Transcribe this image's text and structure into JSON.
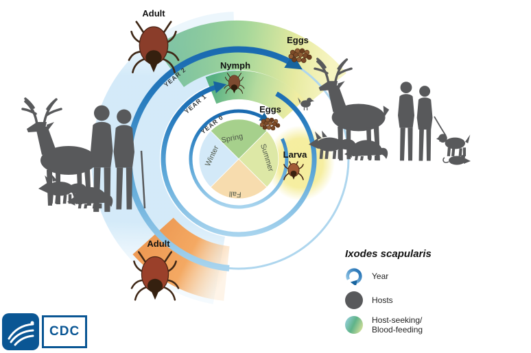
{
  "diagram": {
    "stages": {
      "adult_top": "Adult",
      "eggs_top": "Eggs",
      "nymph": "Nymph",
      "eggs_mid": "Eggs",
      "larva": "Larva",
      "adult_bottom": "Adult"
    },
    "seasons": {
      "spring": "Spring",
      "summer": "Summer",
      "fall": "Fall",
      "winter": "Winter"
    },
    "years": {
      "year0": "YEAR 0",
      "year1": "YEAR 1",
      "year2": "YEAR 2"
    }
  },
  "legend": {
    "title": "Ixodes scapularis",
    "year_label": "Year",
    "hosts_label": "Hosts",
    "host_seeking_line1": "Host-seeking/",
    "host_seeking_line2": "Blood-feeding"
  },
  "logo": {
    "cdc": "CDC"
  },
  "colors": {
    "spring": "#a6d08c",
    "summer": "#dde8a6",
    "fall": "#f7dcae",
    "winter": "#d3e9f8",
    "year_arrow": "#1a6ab0",
    "host_silhouette": "#58595b",
    "band_blue": "#cfe8f8",
    "band_green": "#5eb486",
    "band_yellow": "#f5ed9c",
    "band_orange": "#f2a45f"
  }
}
